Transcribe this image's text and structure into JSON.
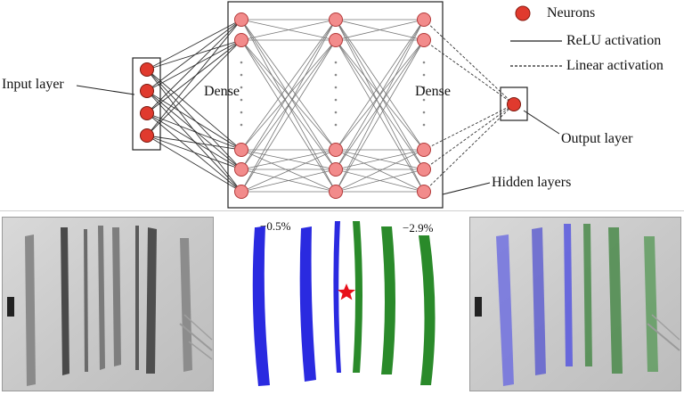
{
  "network": {
    "legend": {
      "neurons": "Neurons",
      "relu": "ReLU activation",
      "linear": "Linear activation"
    },
    "labels": {
      "input_layer": "Input layer",
      "output_layer": "Output layer",
      "hidden_layers": "Hidden layers",
      "dense_left": "Dense",
      "dense_right": "Dense"
    },
    "layers": {
      "input_neurons": 4,
      "hidden_layers": 3,
      "output_neurons": 1
    },
    "colors": {
      "neuron_fill": "#f28b8b",
      "neuron_stroke": "#b33a3a",
      "legend_neuron_fill": "#e03a2e",
      "edge": "#777777"
    }
  },
  "strain_map": {
    "annotations": {
      "left_value": "−0.5%",
      "right_value": "−2.9%"
    },
    "colors": {
      "compressive_low": "#2a2ae0",
      "compressive_high": "#2a8a2a",
      "marker": "#e8101a"
    }
  },
  "photos": {
    "raw_image": "grayscale-xray-left",
    "overlay_image": "grayscale-xray-with-overlay-right"
  }
}
